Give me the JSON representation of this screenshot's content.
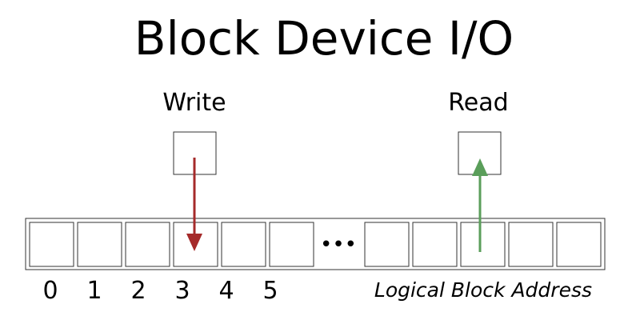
{
  "title": "Block Device I/O",
  "operations": {
    "write": {
      "label": "Write",
      "block_index": 3,
      "arrow_color": "#a52a2a"
    },
    "read": {
      "label": "Read",
      "block_index": 9,
      "arrow_color": "#5a9e5a"
    }
  },
  "blocks": {
    "index_labels": [
      "0",
      "1",
      "2",
      "3",
      "4",
      "5"
    ],
    "ellipsis": "•••",
    "axis_label": "Logical Block Address"
  },
  "colors": {
    "line": "#333333",
    "write_arrow": "#a52a2a",
    "read_arrow": "#5a9e5a"
  }
}
